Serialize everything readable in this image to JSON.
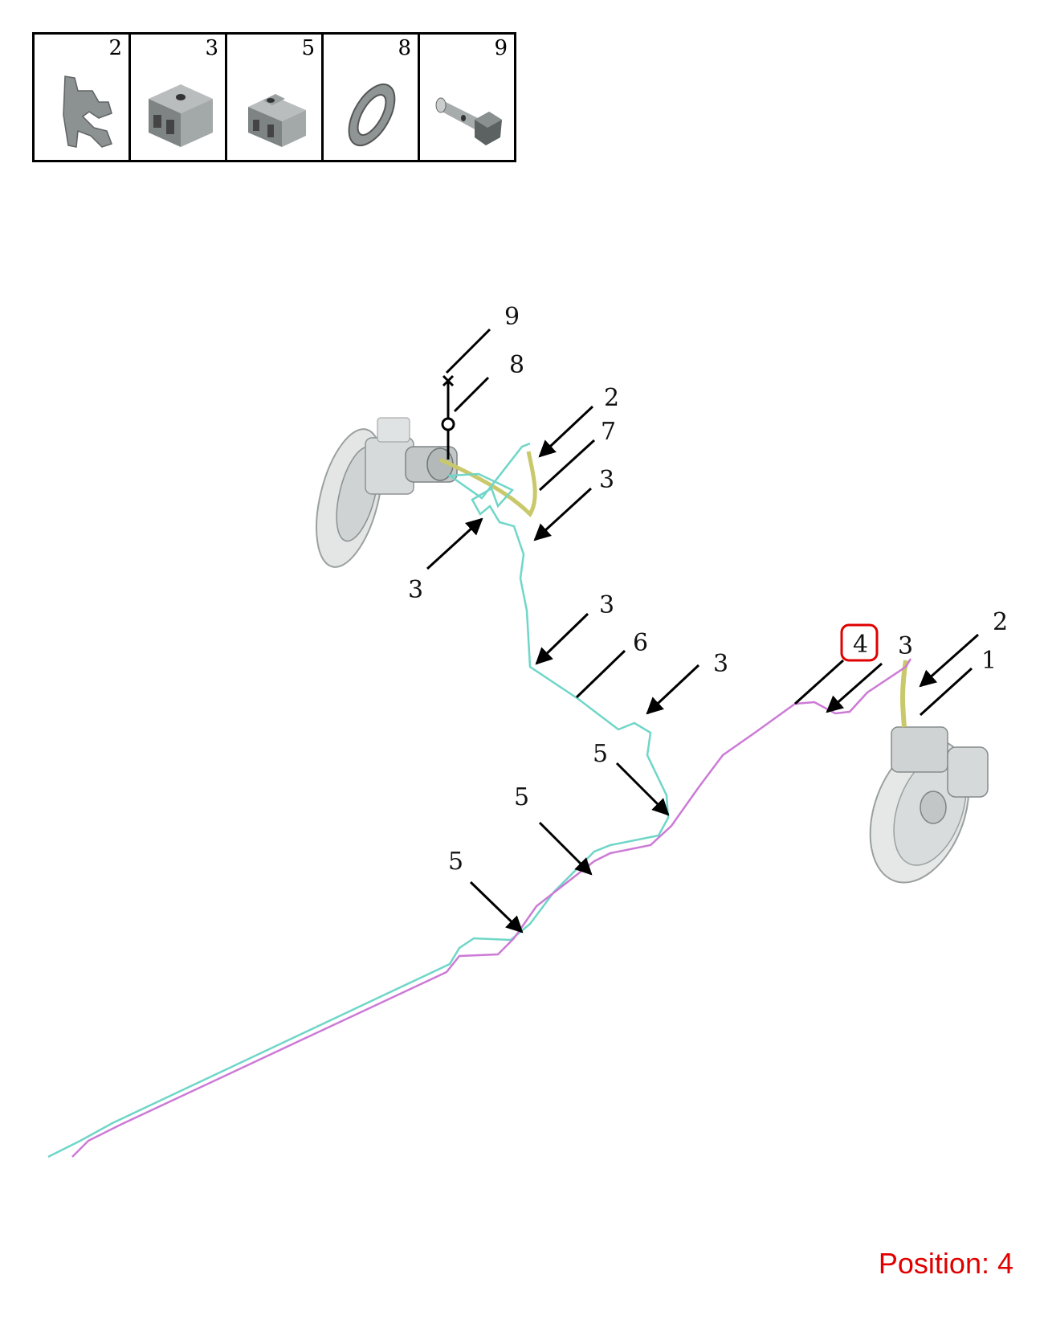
{
  "legend": {
    "items": [
      {
        "num": "2",
        "icon": "clip-icon"
      },
      {
        "num": "3",
        "icon": "bracket-icon"
      },
      {
        "num": "5",
        "icon": "double-bracket-icon"
      },
      {
        "num": "8",
        "icon": "washer-icon"
      },
      {
        "num": "9",
        "icon": "banjo-bolt-icon"
      }
    ]
  },
  "callouts": {
    "c9": "9",
    "c8": "8",
    "c2a": "2",
    "c7": "7",
    "c3a": "3",
    "c3b": "3",
    "c3c": "3",
    "c6": "6",
    "c3d": "3",
    "c4": "4",
    "c3e": "3",
    "c2b": "2",
    "c1": "1",
    "c5a": "5",
    "c5b": "5",
    "c5c": "5"
  },
  "highlight_color": "#e00000",
  "line_colors": {
    "cyan": "#6fd6c8",
    "magenta": "#cc7ad6",
    "yellow": "#c9c86a"
  },
  "position": "Position: 4"
}
